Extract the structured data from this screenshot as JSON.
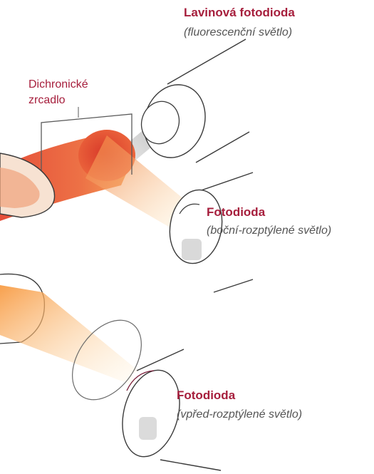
{
  "colors": {
    "accent": "#a61e3c",
    "text_muted": "#555555",
    "beam_red": "#e8553a",
    "beam_orange": "#f7a13c",
    "beam_yellow": "#fbd58a",
    "outline": "#3a3a3a"
  },
  "labels": {
    "apd_title": "Lavinová fotodioda",
    "apd_sub": "(fluorescenční světlo)",
    "mirror_line1": "Dichronické",
    "mirror_line2": "zrcadlo",
    "side_title": "Fotodioda",
    "side_sub": "(boční-rozptýlené světlo)",
    "forward_title": "Fotodioda",
    "forward_sub": "(vpřed-rozptýlené světlo)"
  }
}
